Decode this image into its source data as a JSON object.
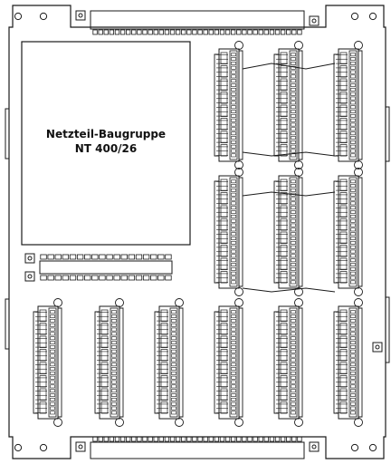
{
  "module": {
    "title_line1": "Netzteil-Baugruppe",
    "title_line2": "NT 400/26"
  },
  "colors": {
    "stroke": "#1a1a1a",
    "background": "#ffffff"
  },
  "connectors": {
    "right_grid_columns": 3,
    "right_grid_rows": 2,
    "bottom_row_count": 6,
    "terminals_per_connector": 24
  },
  "header_strips": {
    "top_pins": 38,
    "bottom_pins": 38,
    "left_strip_pins": 18
  }
}
